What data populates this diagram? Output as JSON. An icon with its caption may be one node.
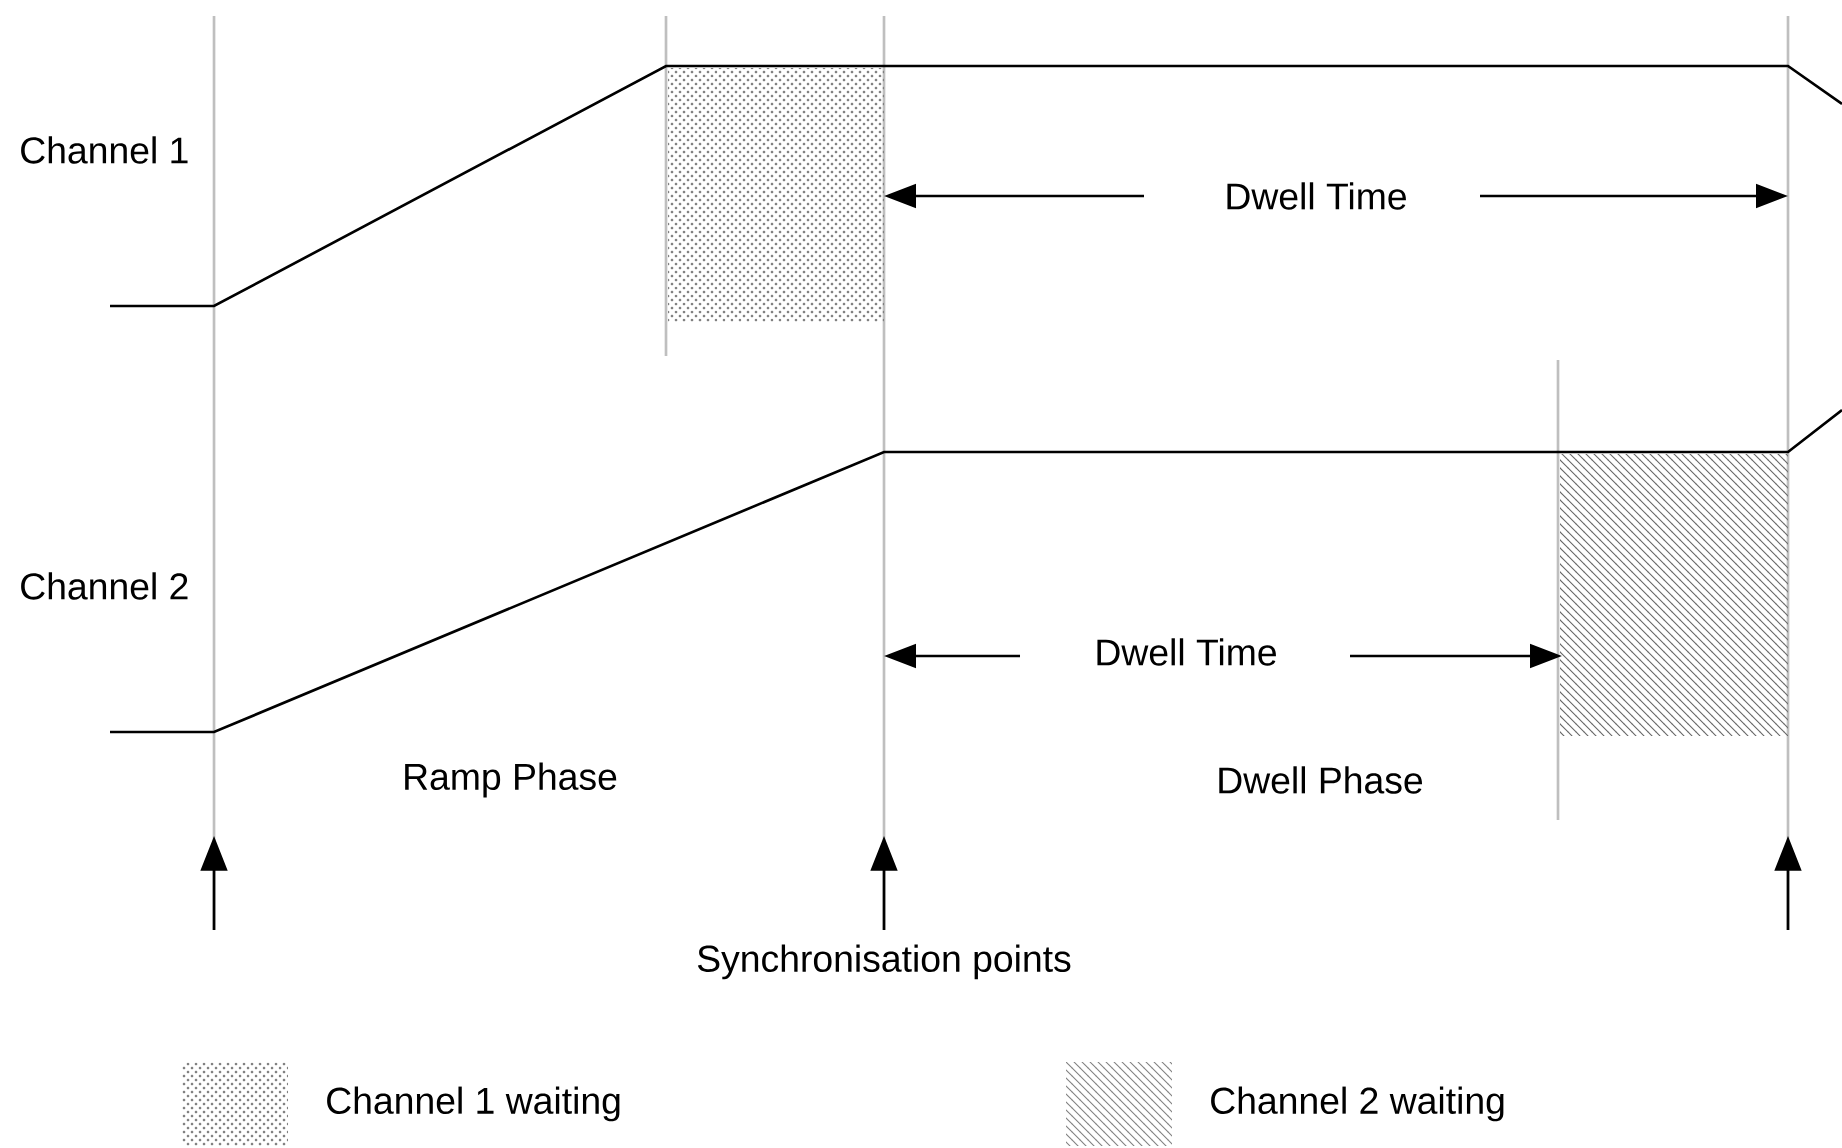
{
  "diagram": {
    "labels": [
      "Channel 1",
      "Dwell Time",
      "Channel 2",
      "Dwell Time",
      "Ramp Phase",
      "Dwell Phase",
      "Synchronisation points"
    ],
    "legend": [
      {
        "text": "Channel 1 waiting"
      },
      {
        "text": "Channel 2 waiting"
      }
    ]
  }
}
